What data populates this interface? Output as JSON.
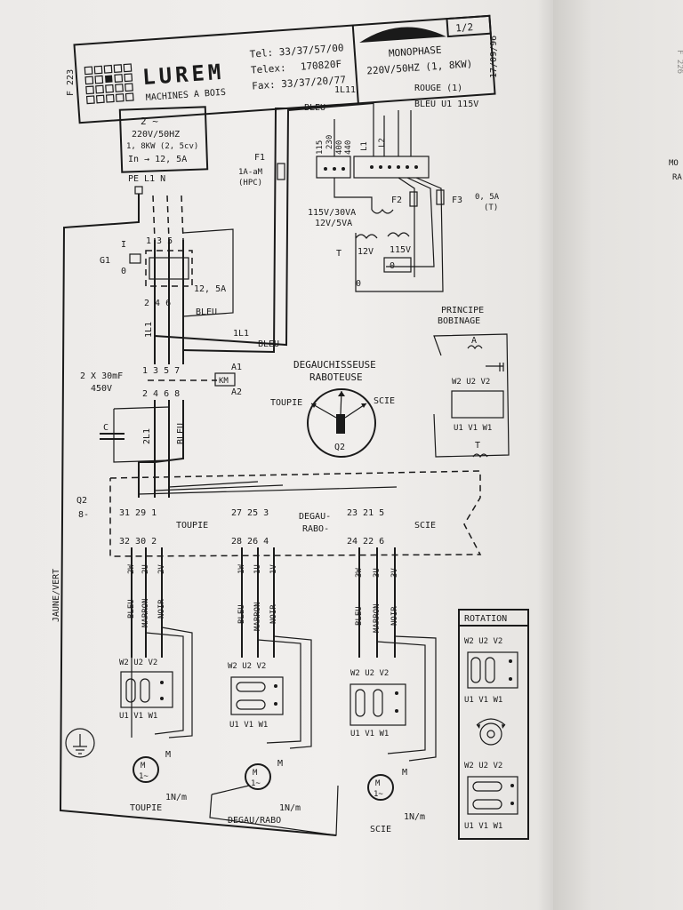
{
  "header": {
    "brand": "LUREM",
    "subtitle": "MACHINES A BOIS",
    "tel": "Tel: 33/37/57/00",
    "telex_label": "Telex:",
    "telex": "170820F",
    "fax": "Fax: 33/37/20/77",
    "page": "1/2",
    "phase": "MONOPHASE",
    "supply": "220V/50HZ (1, 8KW)",
    "date": "17/09/96",
    "ref": "F 223"
  },
  "supply_box": {
    "line1": "2 ~",
    "line2": "220V/50HZ",
    "line3": "1, 8KW (2, 5cv)",
    "line4": "In → 12, 5A",
    "terminals": "PE L1 N"
  },
  "labels": {
    "bleu": "BLEU",
    "one_l1": "1L1",
    "one_l11": "1L11",
    "rouge": "ROUGE (1)",
    "bleu_u1": "BLEU U1 115V",
    "f1": "F1",
    "f1_rating": "1A-aM",
    "f1_type": "(HPC)",
    "transformer_rating1": "115V/30VA",
    "transformer_rating2": "12V/5VA",
    "transformer": "T",
    "v12": "12V",
    "v115": "115V",
    "zero": "0",
    "f2": "F2",
    "f3": "F3",
    "f3_rating": "0, 5A",
    "f3_type": "(T)",
    "trans_terms": [
      "115",
      "230",
      "400",
      "440",
      "L1",
      "L2"
    ],
    "g1": "G1",
    "g1_i": "I",
    "g1_o": "0",
    "g1_top": "1 3 5",
    "g1_bottom": "2 4 6",
    "g1_rating": "12, 5A",
    "g1_bleu": "BLEU",
    "cap": "2 X 30mF",
    "cap_v": "450V",
    "cap_c": "C",
    "km_top": "1 3 5 7",
    "km_bottom": "2 4 6 8",
    "km": "KM",
    "a1": "A1",
    "a2": "A2",
    "two_l1": "2L1",
    "title1": "DEGAUCHISSEUSE",
    "title2": "RABOTEUSE",
    "toupie": "TOUPIE",
    "scie": "SCIE",
    "q2": "Q2",
    "principe1": "PRINCIPE",
    "principe2": "BOBINAGE",
    "winding_a": "A",
    "winding_t": "T",
    "w2u2v2": "W2 U2 V2",
    "u1v1w1": "U1 V1 W1",
    "jaune_vert": "JAUNE/VERT",
    "q2_sw": "Q2",
    "sw_toupie_top": "31 29 1",
    "sw_toupie_bot": "32 30 2",
    "sw_degau_top": "27 25 3",
    "sw_degau_bot": "28 26 4",
    "sw_scie_top": "23 21 5",
    "sw_scie_bot": "24 22 6",
    "degau_rabo_a": "DEGAU-",
    "degau_rabo_b": "RABO-",
    "m1_wires": [
      "2W",
      "2U",
      "2V"
    ],
    "m2_wires": [
      "1W",
      "1U",
      "1V"
    ],
    "m3_wires": [
      "3W",
      "3U",
      "3V"
    ],
    "wire_colors": [
      "BLEU",
      "MARRON",
      "NOIR"
    ],
    "motor_m": "M",
    "motor_1": "1~",
    "torque": "1N/m",
    "toupie_motor": "TOUPIE",
    "degau_motor": "DEGAU/RABO",
    "scie_motor": "SCIE",
    "rotation": "ROTATION"
  },
  "margin": {
    "page_mark": "F 226",
    "line1": "MO",
    "line2": "RA"
  }
}
